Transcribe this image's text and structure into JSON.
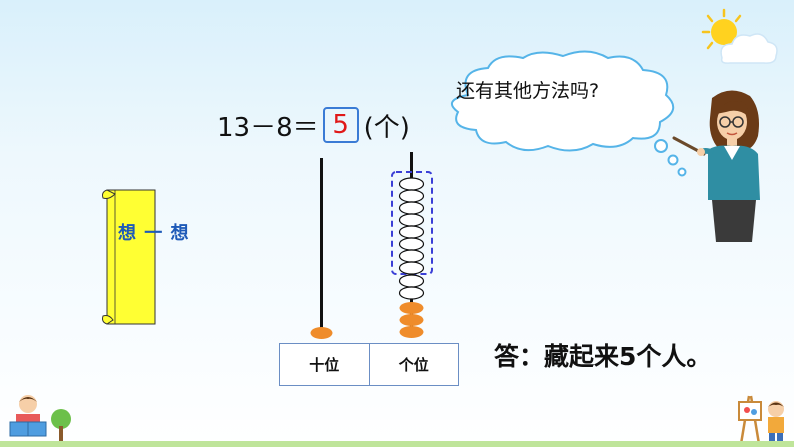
{
  "equation": {
    "left": "13－8＝",
    "answer": "5",
    "unit": "(个)"
  },
  "scroll": {
    "text": "想 一 想"
  },
  "thought_bubble": {
    "text": "还有其他方法吗?"
  },
  "abacus": {
    "tens_beads": 1,
    "ones_beads_hidden": 8,
    "ones_beads_remaining": 5,
    "place_labels": [
      "十位",
      "个位"
    ],
    "colors": {
      "hidden_bead": "#ffffff",
      "remaining_bead": "#ef8c2b",
      "rod": "#111111",
      "dashed_box": "#3b3fd6"
    }
  },
  "answer_sentence": "答：藏起来5个人。",
  "colors": {
    "answer_digit": "#e01818",
    "answer_box_border": "#3a7bd5",
    "scroll_fill": "#ffff33",
    "scroll_text": "#1e5ab8"
  },
  "icons": [
    "sun-cloud-icon",
    "teacher-illustration",
    "reading-child-icon",
    "tree-icon",
    "easel-icon",
    "painter-child-icon",
    "grass-icon"
  ]
}
